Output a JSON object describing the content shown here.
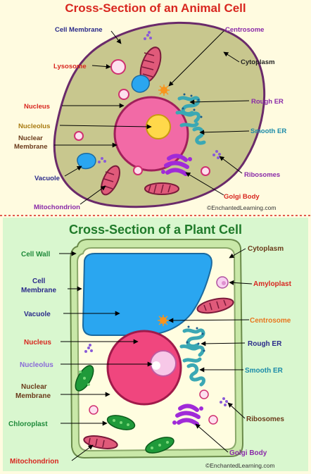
{
  "animal": {
    "title": "Cross-Section of an Animal Cell",
    "credit": "©EnchantedLearning.com",
    "labels": {
      "cell_membrane": "Cell Membrane",
      "centrosome": "Centrosome",
      "lysosome": "Lysosome",
      "cytoplasm": "Cytoplasm",
      "nucleus": "Nucleus",
      "rough_er": "Rough ER",
      "nucleolus": "Nucleolus",
      "smooth_er": "Smooth ER",
      "nuclear_membrane_1": "Nuclear",
      "nuclear_membrane_2": "Membrane",
      "vacuole": "Vacuole",
      "ribosomes": "Ribosomes",
      "golgi_body": "Golgi Body",
      "mitochondrion": "Mitochondrion"
    }
  },
  "plant": {
    "title": "Cross-Section of a Plant Cell",
    "credit": "©EnchantedLearning.com",
    "labels": {
      "cell_wall": "Cell Wall",
      "cytoplasm": "Cytoplasm",
      "cell_membrane_1": "Cell",
      "cell_membrane_2": "Membrane",
      "amyloplast": "Amyloplast",
      "vacuole": "Vacuole",
      "centrosome": "Centrosome",
      "nucleus": "Nucleus",
      "rough_er": "Rough ER",
      "nucleolus": "Nucleolus",
      "smooth_er": "Smooth ER",
      "nuclear_membrane_1": "Nuclear",
      "nuclear_membrane_2": "Membrane",
      "chloroplast": "Chloroplast",
      "ribosomes": "Ribosomes",
      "golgi_body": "Golgi Body",
      "mitochondrion": "Mitochondrion"
    }
  },
  "colors": {
    "animal_bg": "#fffbe0",
    "plant_bg": "#d9f7cf",
    "animal_title": "#d8261f",
    "plant_title": "#1f7a2a",
    "cytoplasm_animal": "#c8c78e",
    "cytoplasm_plant": "#fffde0",
    "nucleus": "#f26aa6",
    "nucleolus": "#ffd84a",
    "vacuole": "#2aa6f0",
    "chloroplast": "#1f9a3a",
    "golgi": "#a02ad8",
    "er": "#3aa8b4",
    "mitochondrion": "#e05a7a",
    "label_red": "#d8261f",
    "label_navy": "#2a2a8a",
    "label_purple": "#8a2aa8",
    "label_teal": "#1a8aa8",
    "label_green": "#1f8a3a",
    "label_brown": "#6a3a1a",
    "label_orange": "#e8761f"
  }
}
